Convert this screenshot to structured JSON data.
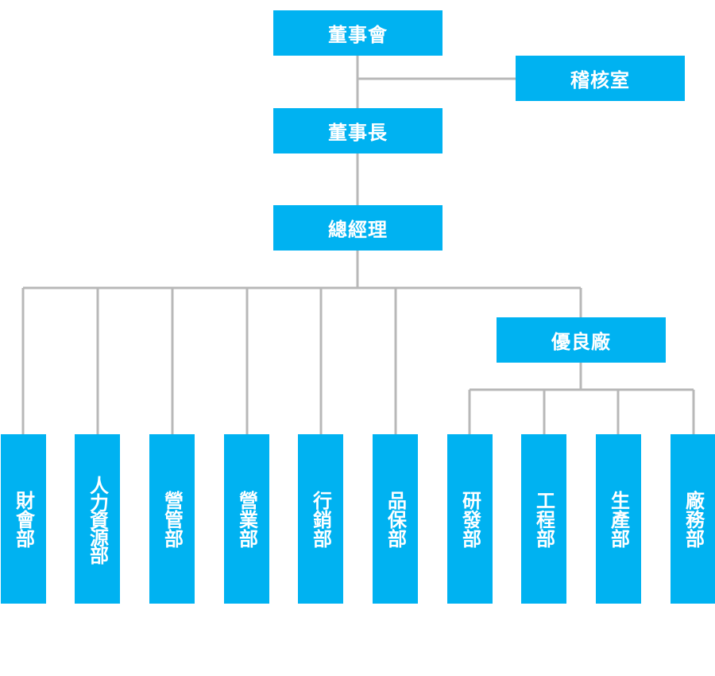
{
  "colors": {
    "box": "#00b2f1",
    "connector": "#b8b8b8",
    "text": "#ffffff"
  },
  "chart": {
    "board": "董事會",
    "audit": "稽核室",
    "chairman": "董事長",
    "general_manager": "總經理",
    "plant": "優良廠",
    "departments": {
      "finance": "財會部",
      "hr": "人力資源部",
      "management": "營管部",
      "sales": "營業部",
      "marketing": "行銷部",
      "quality": "品保部",
      "rnd": "研發部",
      "engineering": "工程部",
      "production": "生產部",
      "plant_affairs": "廠務部"
    }
  }
}
